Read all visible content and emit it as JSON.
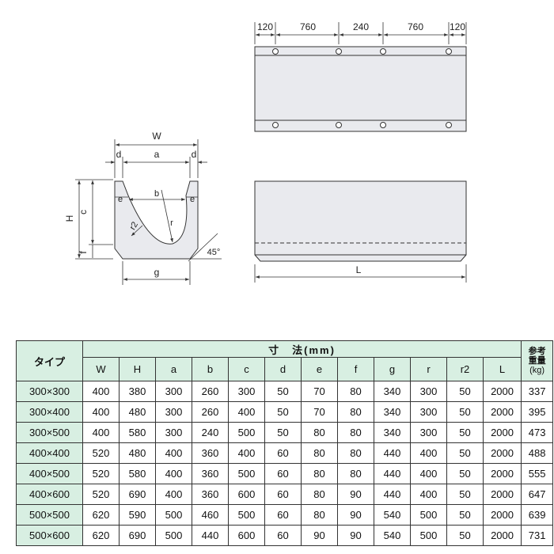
{
  "drawing": {
    "top_dims": [
      "120",
      "760",
      "240",
      "760",
      "120"
    ],
    "length_label": "L",
    "section": {
      "W": "W",
      "d_left": "d",
      "a": "a",
      "d_right": "d",
      "H": "H",
      "c": "c",
      "f": "f",
      "e_left": "e",
      "e_right": "e",
      "b": "b",
      "r": "r",
      "r2": "r2",
      "g": "g",
      "angle": "45°"
    }
  },
  "table": {
    "type_header": "タイプ",
    "dims_header": "寸　法(mm)",
    "weight_header_line1": "参考",
    "weight_header_line2": "重量",
    "weight_header_line3": "(kg)",
    "columns": [
      "W",
      "H",
      "a",
      "b",
      "c",
      "d",
      "e",
      "f",
      "g",
      "r",
      "r2",
      "L"
    ],
    "rows": [
      {
        "type": "300×300",
        "values": [
          "400",
          "380",
          "300",
          "260",
          "300",
          "50",
          "70",
          "80",
          "340",
          "300",
          "50",
          "2000"
        ],
        "weight": "337"
      },
      {
        "type": "300×400",
        "values": [
          "400",
          "480",
          "300",
          "260",
          "400",
          "50",
          "70",
          "80",
          "340",
          "300",
          "50",
          "2000"
        ],
        "weight": "395"
      },
      {
        "type": "300×500",
        "values": [
          "400",
          "580",
          "300",
          "240",
          "500",
          "50",
          "80",
          "80",
          "340",
          "300",
          "50",
          "2000"
        ],
        "weight": "473"
      },
      {
        "type": "400×400",
        "values": [
          "520",
          "480",
          "400",
          "360",
          "400",
          "60",
          "80",
          "80",
          "440",
          "400",
          "50",
          "2000"
        ],
        "weight": "488"
      },
      {
        "type": "400×500",
        "values": [
          "520",
          "580",
          "400",
          "360",
          "500",
          "60",
          "80",
          "80",
          "440",
          "400",
          "50",
          "2000"
        ],
        "weight": "555"
      },
      {
        "type": "400×600",
        "values": [
          "520",
          "690",
          "400",
          "360",
          "600",
          "60",
          "80",
          "90",
          "440",
          "400",
          "50",
          "2000"
        ],
        "weight": "647"
      },
      {
        "type": "500×500",
        "values": [
          "620",
          "590",
          "500",
          "460",
          "500",
          "60",
          "80",
          "90",
          "540",
          "500",
          "50",
          "2000"
        ],
        "weight": "639"
      },
      {
        "type": "500×600",
        "values": [
          "620",
          "690",
          "500",
          "440",
          "600",
          "60",
          "90",
          "90",
          "540",
          "500",
          "50",
          "2000"
        ],
        "weight": "731"
      }
    ]
  }
}
